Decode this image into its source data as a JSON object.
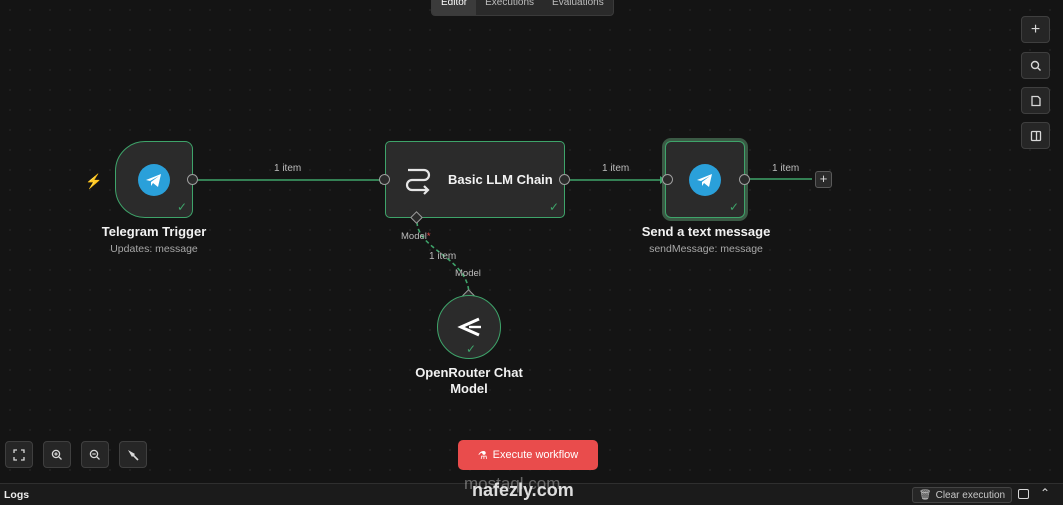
{
  "tabs": [
    "Editor",
    "Executions",
    "Evaluations"
  ],
  "nodes": {
    "trigger": {
      "title": "Telegram Trigger",
      "subtitle": "Updates: message"
    },
    "chain": {
      "title": "Basic LLM Chain"
    },
    "send": {
      "title": "Send a text message",
      "subtitle": "sendMessage: message"
    },
    "model": {
      "title_line1": "OpenRouter Chat",
      "title_line2": "Model"
    }
  },
  "edges": {
    "trigger_to_chain": "1 item",
    "chain_to_send": "1 item",
    "send_out": "1 item",
    "model_edge": "1 item",
    "chain_model_port": "Model",
    "chain_model_required": "*",
    "model_port": "Model"
  },
  "execute_button": "Execute workflow",
  "logs": {
    "title": "Logs",
    "clear_label": "Clear execution"
  },
  "watermark": {
    "line1": "mostaql.com",
    "line2": "nafezly.com"
  },
  "colors": {
    "success": "#3ea46a",
    "telegram": "#2aa0da",
    "execute": "#e94c4c",
    "trigger_bolt": "#e8574a"
  },
  "icons": {
    "right_tools": [
      "plus-icon",
      "search-icon",
      "sticky-note-icon",
      "panel-icon"
    ],
    "bottom_tools": [
      "fit-view-icon",
      "zoom-in-icon",
      "zoom-out-icon",
      "tidy-up-icon"
    ]
  }
}
